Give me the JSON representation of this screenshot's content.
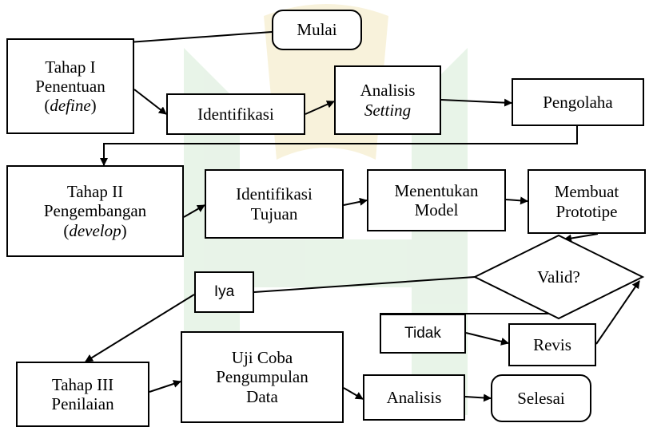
{
  "nodes": {
    "mulai": "Mulai",
    "tahap1": {
      "line1": "Tahap I",
      "line2": "Penentuan",
      "open": "(",
      "em": "define",
      "close": ")"
    },
    "identifikasi": "Identifikasi",
    "analisis_setting": {
      "line1": "Analisis",
      "em": "Setting"
    },
    "pengolaha": "Pengolaha",
    "tahap2": {
      "line1": "Tahap II",
      "line2": "Pengembangan",
      "open": "(",
      "em": "develop",
      "close": ")"
    },
    "identifikasi_tujuan": {
      "line1": "Identifikasi",
      "line2": "Tujuan"
    },
    "menentukan_model": {
      "line1": "Menentukan",
      "line2": "Model"
    },
    "membuat_prototipe": {
      "line1": "Membuat",
      "line2": "Prototipe"
    },
    "valid": "Valid?",
    "iya": "Iya",
    "tidak": "Tidak",
    "revis": "Revis",
    "tahap3": {
      "line1": "Tahap III",
      "line2": "Penilaian"
    },
    "uji_coba": {
      "line1": "Uji Coba",
      "line2": "Pengumpulan",
      "line3": "Data"
    },
    "analisis": "Analisis",
    "selesai": "Selesai"
  },
  "colors": {
    "stroke": "#000000",
    "watermark": "#d6ebd6",
    "watermark_gold": "#f4e9bf"
  }
}
